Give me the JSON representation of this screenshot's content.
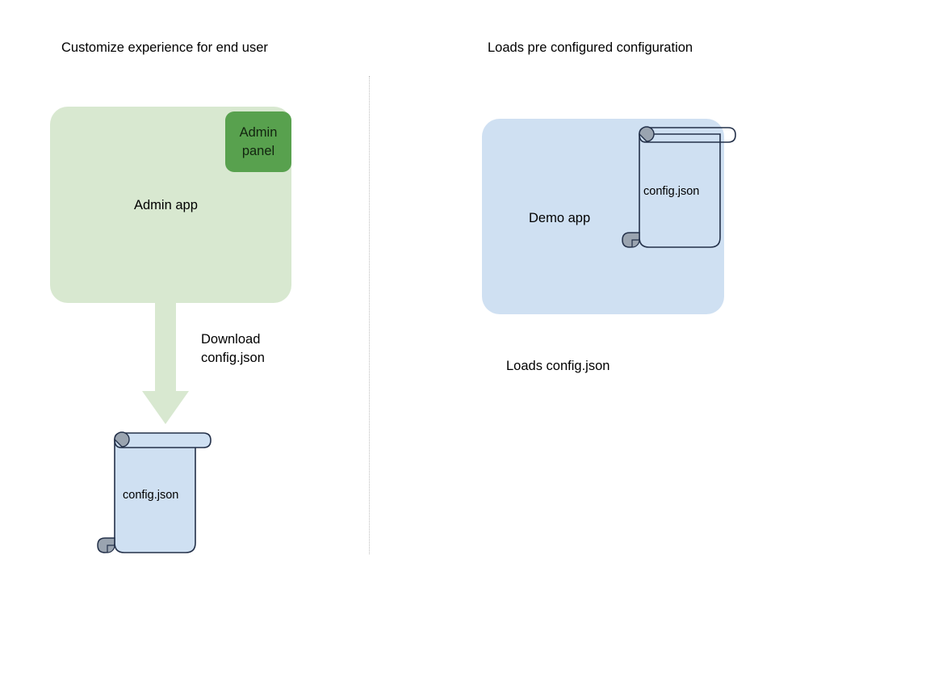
{
  "diagram": {
    "title_left": "Customize experience for end user",
    "title_right": "Loads pre configured configuration",
    "divider": "vertical-dotted-separator"
  },
  "left_flow": {
    "app_box": {
      "label": "Admin app",
      "fill": "#d8e8d0"
    },
    "admin_panel": {
      "label": "Admin\npanel",
      "label_line1": "Admin",
      "label_line2": "panel",
      "fill": "#58a14e"
    },
    "arrow": {
      "caption_line1": "Download",
      "caption_line2": "config.json",
      "fill": "#d8e8d0",
      "direction": "down"
    },
    "document": {
      "label": "config.json",
      "fill": "#cfe0f2",
      "stroke": "#233049",
      "curl_fill": "#9aa4b0"
    }
  },
  "right_flow": {
    "app_box": {
      "label": "Demo app",
      "fill": "#cfe0f2"
    },
    "document": {
      "label": "config.json",
      "fill": "none",
      "stroke": "#233049",
      "curl_fill": "#9aa4b0"
    },
    "caption": "Loads config.json"
  },
  "colors": {
    "green_light": "#d8e8d0",
    "green_dark": "#58a14e",
    "blue_light": "#cfe0f2",
    "outline": "#233049",
    "curl_gray": "#9aa4b0",
    "divider": "#bdbdbd",
    "text": "#000000",
    "background": "#ffffff"
  }
}
